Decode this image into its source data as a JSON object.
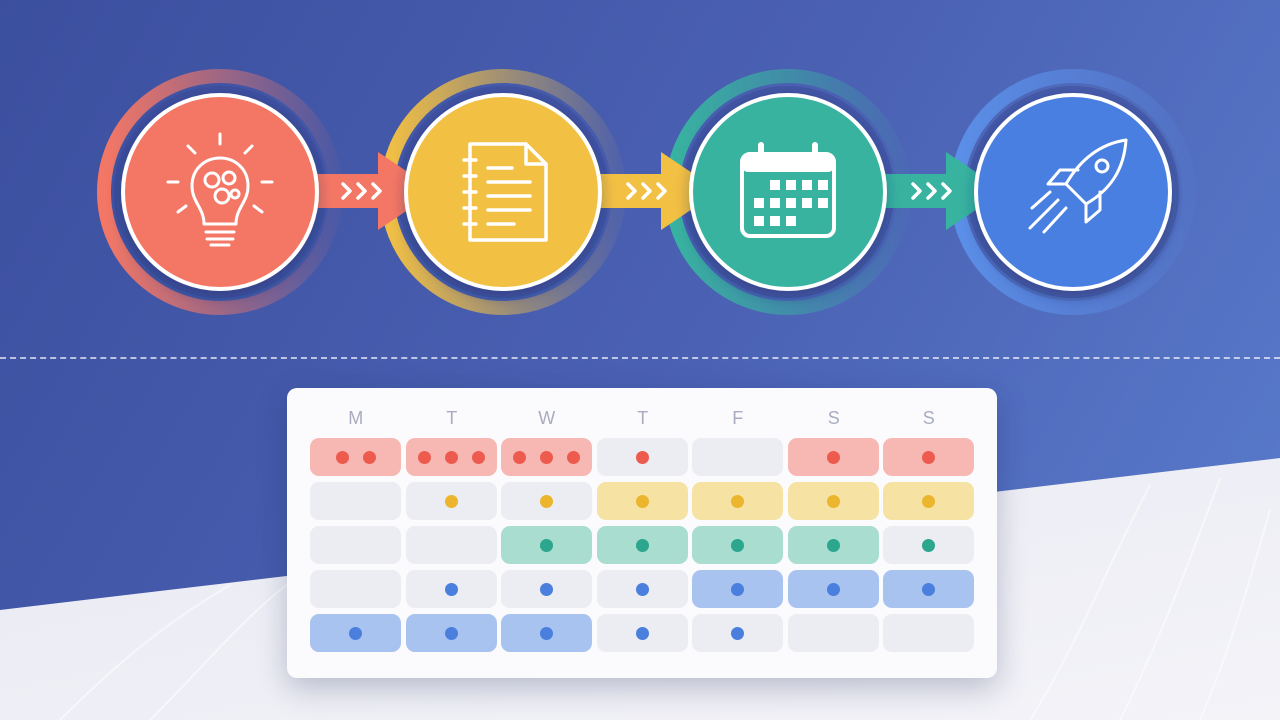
{
  "colors": {
    "coral": "#f47765",
    "yellow": "#f2c043",
    "teal": "#38b3a0",
    "blue": "#4a7fe0",
    "background": "#4a60b2"
  },
  "process_steps": [
    {
      "icon": "lightbulb-icon",
      "color": "#f47765"
    },
    {
      "icon": "notepad-icon",
      "color": "#f2c043"
    },
    {
      "icon": "calendar-icon",
      "color": "#38b3a0"
    },
    {
      "icon": "rocket-icon",
      "color": "#4a7fe0"
    }
  ],
  "connectors": [
    {
      "from": 1,
      "to": 2,
      "glyph": ">>>"
    },
    {
      "from": 2,
      "to": 3,
      "glyph": ">>>"
    },
    {
      "from": 3,
      "to": 4,
      "glyph": ">>>"
    }
  ],
  "schedule": {
    "days": [
      "M",
      "T",
      "W",
      "T",
      "F",
      "S",
      "S"
    ],
    "rows": [
      {
        "color": "red",
        "cells": [
          {
            "filled": true,
            "dots": 2
          },
          {
            "filled": true,
            "dots": 3
          },
          {
            "filled": true,
            "dots": 3
          },
          {
            "filled": false,
            "dots": 1
          },
          {
            "filled": false,
            "dots": 0
          },
          {
            "filled": true,
            "dots": 1
          },
          {
            "filled": true,
            "dots": 1
          }
        ]
      },
      {
        "color": "yellow",
        "cells": [
          {
            "filled": false,
            "dots": 0
          },
          {
            "filled": false,
            "dots": 1
          },
          {
            "filled": false,
            "dots": 1
          },
          {
            "filled": true,
            "dots": 1
          },
          {
            "filled": true,
            "dots": 1
          },
          {
            "filled": true,
            "dots": 1
          },
          {
            "filled": true,
            "dots": 1
          }
        ]
      },
      {
        "color": "teal",
        "cells": [
          {
            "filled": false,
            "dots": 0
          },
          {
            "filled": false,
            "dots": 0
          },
          {
            "filled": true,
            "dots": 1
          },
          {
            "filled": true,
            "dots": 1
          },
          {
            "filled": true,
            "dots": 1
          },
          {
            "filled": true,
            "dots": 1
          },
          {
            "filled": false,
            "dots": 1
          }
        ]
      },
      {
        "color": "blue",
        "cells": [
          {
            "filled": false,
            "dots": 0
          },
          {
            "filled": false,
            "dots": 1
          },
          {
            "filled": false,
            "dots": 1
          },
          {
            "filled": false,
            "dots": 1
          },
          {
            "filled": true,
            "dots": 1
          },
          {
            "filled": true,
            "dots": 1
          },
          {
            "filled": true,
            "dots": 1
          }
        ]
      },
      {
        "color": "blue",
        "cells": [
          {
            "filled": true,
            "dots": 1
          },
          {
            "filled": true,
            "dots": 1
          },
          {
            "filled": true,
            "dots": 1
          },
          {
            "filled": false,
            "dots": 1
          },
          {
            "filled": false,
            "dots": 1
          },
          {
            "filled": false,
            "dots": 0
          },
          {
            "filled": false,
            "dots": 0
          }
        ]
      }
    ]
  }
}
